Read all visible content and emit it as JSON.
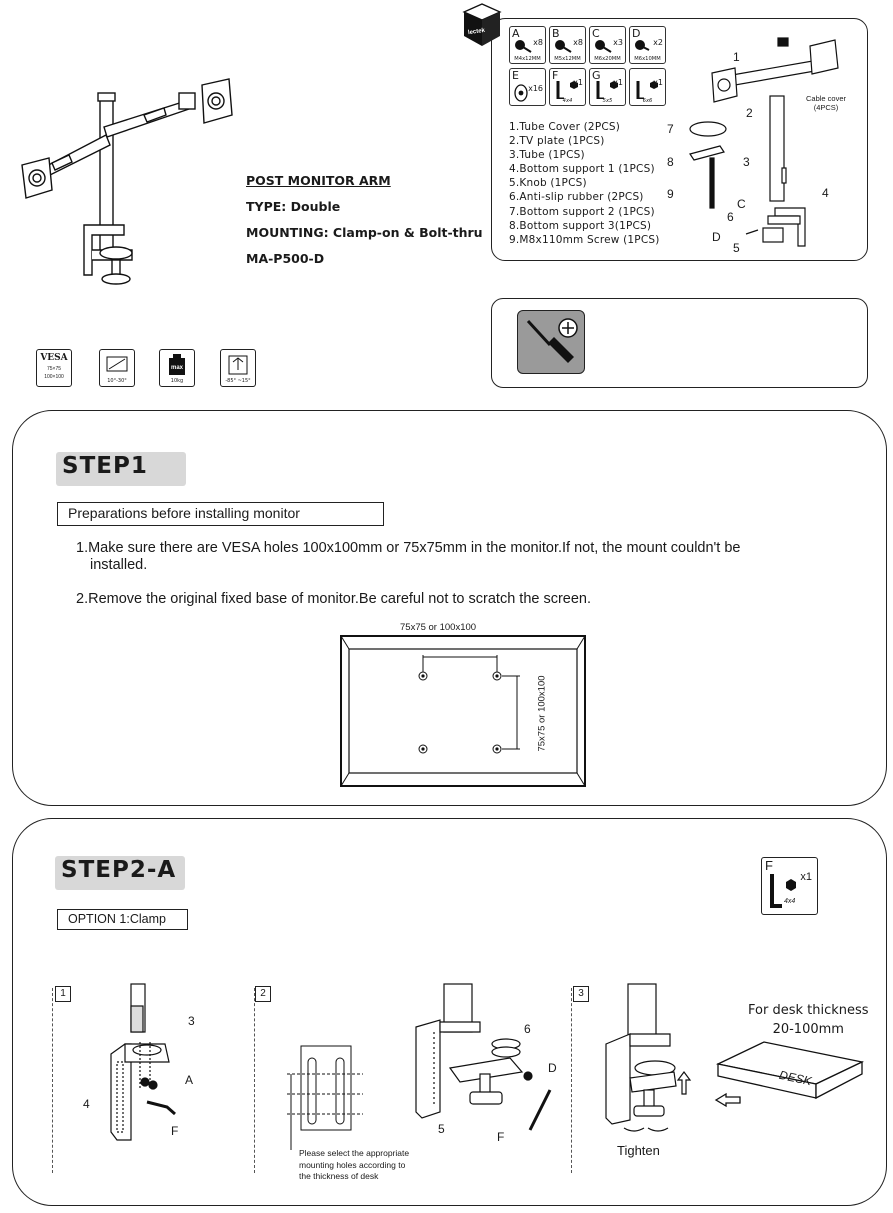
{
  "product": {
    "title": "POST MONITOR ARM",
    "type": "TYPE: Double",
    "mounting_label": "MOUNTING",
    "mounting_value": ": Clamp-on & Bolt-thru",
    "model": "MA-P500-D"
  },
  "spec_icons": [
    {
      "name": "vesa-icon",
      "title": "VESA",
      "line1": "75×75",
      "line2": "100×100"
    },
    {
      "name": "tilt-icon",
      "caption": "10°-30°"
    },
    {
      "name": "weight-icon",
      "badge": "max",
      "caption": "10kg"
    },
    {
      "name": "rotate-icon",
      "caption": "-85° ~15°"
    }
  ],
  "box_label": "lectek",
  "hardware": [
    {
      "letter": "A",
      "qty": "x8",
      "size": "M4x12MM"
    },
    {
      "letter": "B",
      "qty": "x8",
      "size": "M5x12MM"
    },
    {
      "letter": "C",
      "qty": "x3",
      "size": "M6x20MM"
    },
    {
      "letter": "D",
      "qty": "x2",
      "size": "M6x10MM"
    },
    {
      "letter": "E",
      "qty": "x16",
      "size": ""
    },
    {
      "letter": "F",
      "qty": "x1",
      "size": "4x4"
    },
    {
      "letter": "G",
      "qty": "x1",
      "size": "5x5"
    },
    {
      "letter": "",
      "qty": "x1",
      "size": "6x6"
    }
  ],
  "parts_list": [
    "1.Tube Cover (2PCS)",
    "2.TV plate (1PCS)",
    "3.Tube (1PCS)",
    "4.Bottom support 1 (1PCS)",
    "5.Knob (1PCS)",
    "6.Anti-slip rubber (2PCS)",
    "7.Bottom support 2 (1PCS)",
    "8.Bottom support 3(1PCS)",
    "9.M8x110mm Screw (1PCS)"
  ],
  "diagram_labels": {
    "n1": "1",
    "n2": "2",
    "n3": "3",
    "n4": "4",
    "n5": "5",
    "n6": "6",
    "n7": "7",
    "n8": "8",
    "n9": "9",
    "c": "C",
    "d": "D",
    "cable_cover": "Cable cover",
    "cable_cover_qty": "(4PCS)"
  },
  "step1": {
    "title": "STEP1",
    "subtitle": "Preparations before installing monitor",
    "item1_line1": "1.Make sure there are VESA holes 100x100mm or 75x75mm in the monitor.If not, the mount couldn't be",
    "item1_line2": "installed.",
    "item2": "2.Remove the original fixed base of monitor.Be careful not to scratch the screen.",
    "dim_horizontal": "75x75 or 100x100",
    "dim_vertical": "75x75 or 100x100"
  },
  "step2a": {
    "title": "STEP2-A",
    "subtitle": "OPTION 1:Clamp",
    "tool_letter": "F",
    "tool_qty": "x1",
    "tool_size": "4x4",
    "panel1": {
      "num": "1",
      "l3": "3",
      "l4": "4",
      "lA": "A",
      "lF": "F"
    },
    "panel2": {
      "num": "2",
      "l6": "6",
      "lD": "D",
      "l5": "5",
      "lF": "F",
      "note_line1": "Please select the appropriate",
      "note_line2": "mounting holes according to",
      "note_line3": "the thickness of desk"
    },
    "panel3": {
      "num": "3",
      "desk_line1": "For desk thickness",
      "desk_line2": "20-100mm",
      "desk_label": "DESK",
      "tighten": "Tighten"
    }
  }
}
